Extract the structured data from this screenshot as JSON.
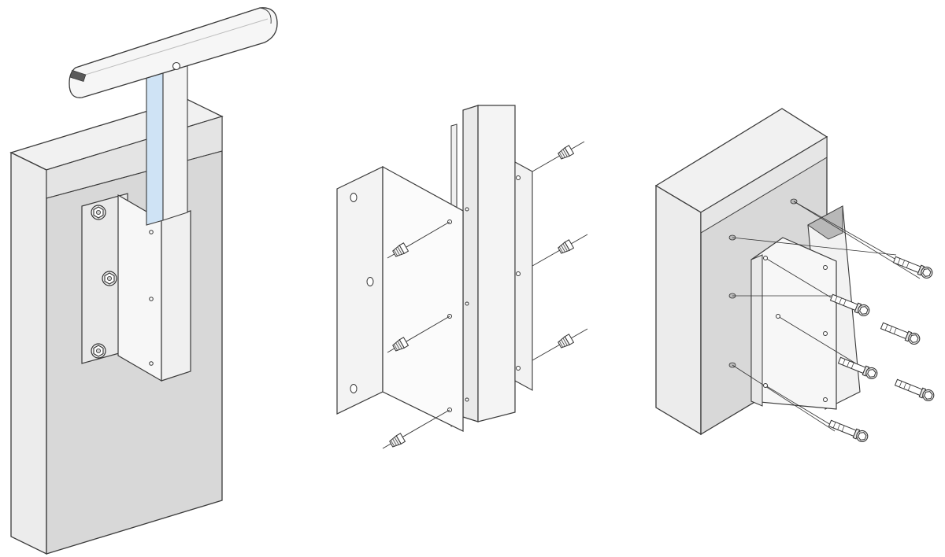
{
  "figures": [
    {
      "id": "assembled-mount",
      "description_label": ""
    },
    {
      "id": "exploded-side-mount",
      "description_label": ""
    },
    {
      "id": "exploded-wall-plate-mount",
      "description_label": ""
    }
  ],
  "colors": {
    "line": "#3a3a3a",
    "concrete_face": "#d8d8d8",
    "concrete_top": "#f1f1f1",
    "concrete_side": "#ececec",
    "metal": "#f4f4f4",
    "metal_dark": "#c9c9c9",
    "glass": "#cfe3f5",
    "rail": "#f6f6f6"
  },
  "icons": [
    "hex-bolt-icon",
    "anchor-bolt-icon",
    "washer-icon"
  ]
}
